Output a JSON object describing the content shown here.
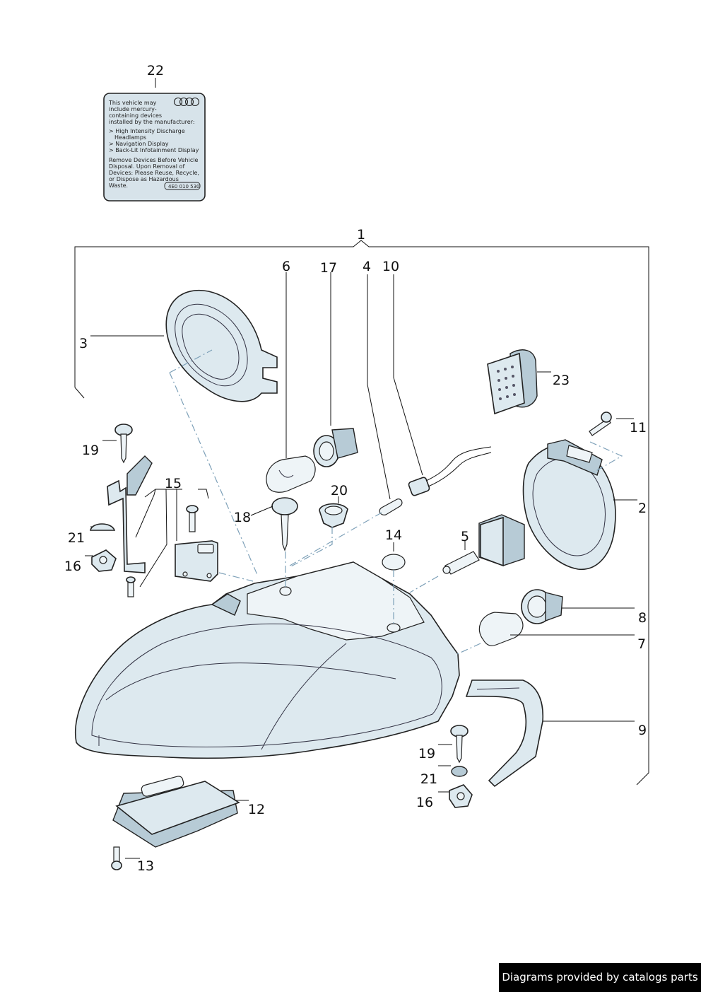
{
  "label_sticker": {
    "lines": [
      "This vehicle may",
      "include mercury-",
      "containing devices",
      "installed by the manufacturer:",
      "> High Intensity Discharge",
      "Headlamps",
      "> Navigation Display",
      "> Back-Lit Infotainment Display",
      "Remove Devices Before Vehicle",
      "Disposal. Upon Removal of",
      "Devices: Please Reuse, Recycle,",
      "or Dispose as Hazardous",
      "Waste."
    ],
    "part_number": "4E0 010 530"
  },
  "callouts": {
    "c1": "1",
    "c2": "2",
    "c3": "3",
    "c4": "4",
    "c5": "5",
    "c6": "6",
    "c7": "7",
    "c8": "8",
    "c9": "9",
    "c10": "10",
    "c11": "11",
    "c12": "12",
    "c13": "13",
    "c14": "14",
    "c15": "15",
    "c16a": "16",
    "c16b": "16",
    "c17": "17",
    "c18": "18",
    "c19a": "19",
    "c19b": "19",
    "c20": "20",
    "c21a": "21",
    "c21b": "21",
    "c22": "22",
    "c23": "23"
  },
  "footer": {
    "text": "Diagrams provided by catalogs parts"
  }
}
